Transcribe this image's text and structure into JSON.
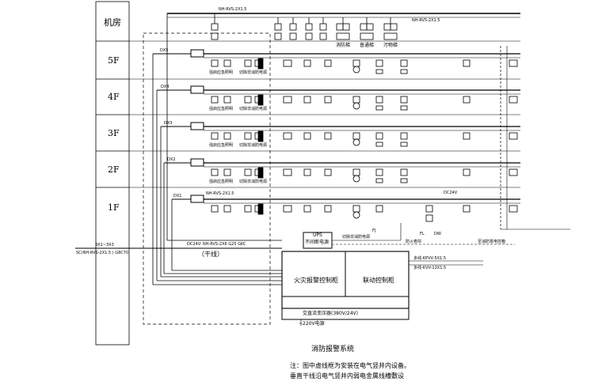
{
  "floors": {
    "roof": "机房",
    "f5": "5F",
    "f4": "4F",
    "f3": "3F",
    "f2": "2F",
    "f1": "1F"
  },
  "bus_labels": {
    "top": "NH-RVS-2X1.5",
    "top_right": "NH-RVS-2X1.5",
    "f1": "NH-RVS-2X1.5",
    "signal": "DC24V",
    "main": "DC24V: NH-RVS-2X6  G25 GKC",
    "trunk": "（干线）",
    "left_top": "3X1~3X3",
    "left_bottom": "SC(NH-RVS-2X1.5 ) G8C70"
  },
  "circuit_tags": [
    "DX5",
    "DX4",
    "DX3",
    "DX2",
    "DX1"
  ],
  "roof_devices": [
    "消防梯",
    "普通梯",
    "污物梯"
  ],
  "floor_device_labels": {
    "emergency_light": "强启应急照明",
    "cut_power": "切除非消防电源"
  },
  "f1_labels": {
    "cut_nonfire": "切除非消防电源",
    "fd_door": "防火卷帘",
    "fj": "FJ",
    "fl": "FL",
    "dw": "DW"
  },
  "right_note": "至消防泵电控箱",
  "ups": [
    "UPS",
    "不间断电源"
  ],
  "panels": {
    "alarm": "火灾报警控制柜",
    "linkage": "联动控制柜",
    "transformer": "交直流变压器(380V/24V)",
    "power": "~220V电源"
  },
  "wire_labels": {
    "w1": "多线-KPVV-5X1.5",
    "w2": "多线-KVV-12X1.5"
  },
  "caption": "消防报警系统",
  "notes": [
    "注：图中虚线框为安装在电气竖井内设备。",
    "垂直干线沿电气竖井内弱电金属线槽敷设"
  ]
}
